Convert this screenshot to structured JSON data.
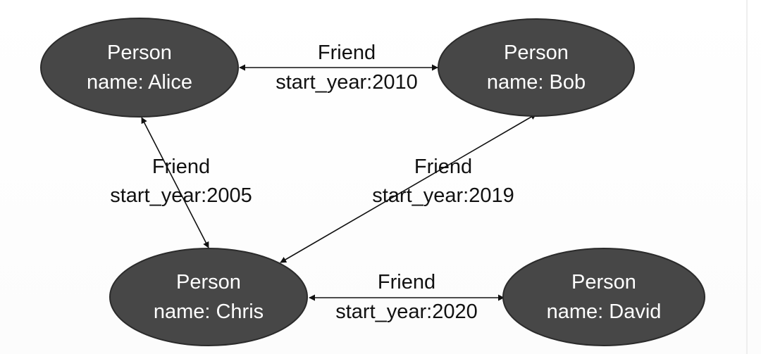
{
  "colors": {
    "node_fill": "#474747",
    "node_text": "#ffffff",
    "edge": "#111111",
    "label_text": "#111111"
  },
  "nodes": {
    "alice": {
      "type": "Person",
      "name": "name: Alice"
    },
    "bob": {
      "type": "Person",
      "name": "name: Bob"
    },
    "chris": {
      "type": "Person",
      "name": "name: Chris"
    },
    "david": {
      "type": "Person",
      "name": "name: David"
    }
  },
  "edges": {
    "alice_bob": {
      "label": "Friend",
      "detail": "start_year:2010",
      "direction": "bidirectional"
    },
    "alice_chris": {
      "label": "Friend",
      "detail": "start_year:2005",
      "direction": "bidirectional"
    },
    "bob_chris": {
      "label": "Friend",
      "detail": "start_year:2019",
      "direction": "bidirectional"
    },
    "chris_david": {
      "label": "Friend",
      "detail": "start_year:2020",
      "direction": "bidirectional"
    }
  }
}
